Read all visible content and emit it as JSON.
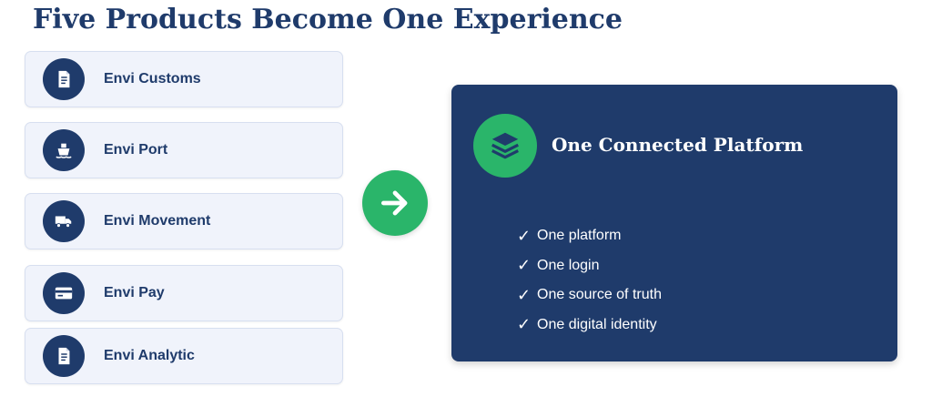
{
  "title": "Five Products Become One Experience",
  "products": [
    {
      "label": "Envi Customs",
      "icon": "document-icon"
    },
    {
      "label": "Envi Port",
      "icon": "ship-icon"
    },
    {
      "label": "Envi Movement",
      "icon": "truck-icon"
    },
    {
      "label": "Envi Pay",
      "icon": "credit-card-icon"
    },
    {
      "label": "Envi Analytic",
      "icon": "document-icon"
    }
  ],
  "arrow": {
    "icon": "arrow-right-icon"
  },
  "platform": {
    "icon": "layers-icon",
    "title": "One Connected Platform",
    "check_mark": "✓",
    "benefits": [
      "One platform",
      "One login",
      "One source of truth",
      "One digital identity"
    ]
  },
  "colors": {
    "navy": "#1f3b6b",
    "green": "#2ab56a",
    "card_bg": "#f0f3fb",
    "card_border": "#d7dff0"
  }
}
